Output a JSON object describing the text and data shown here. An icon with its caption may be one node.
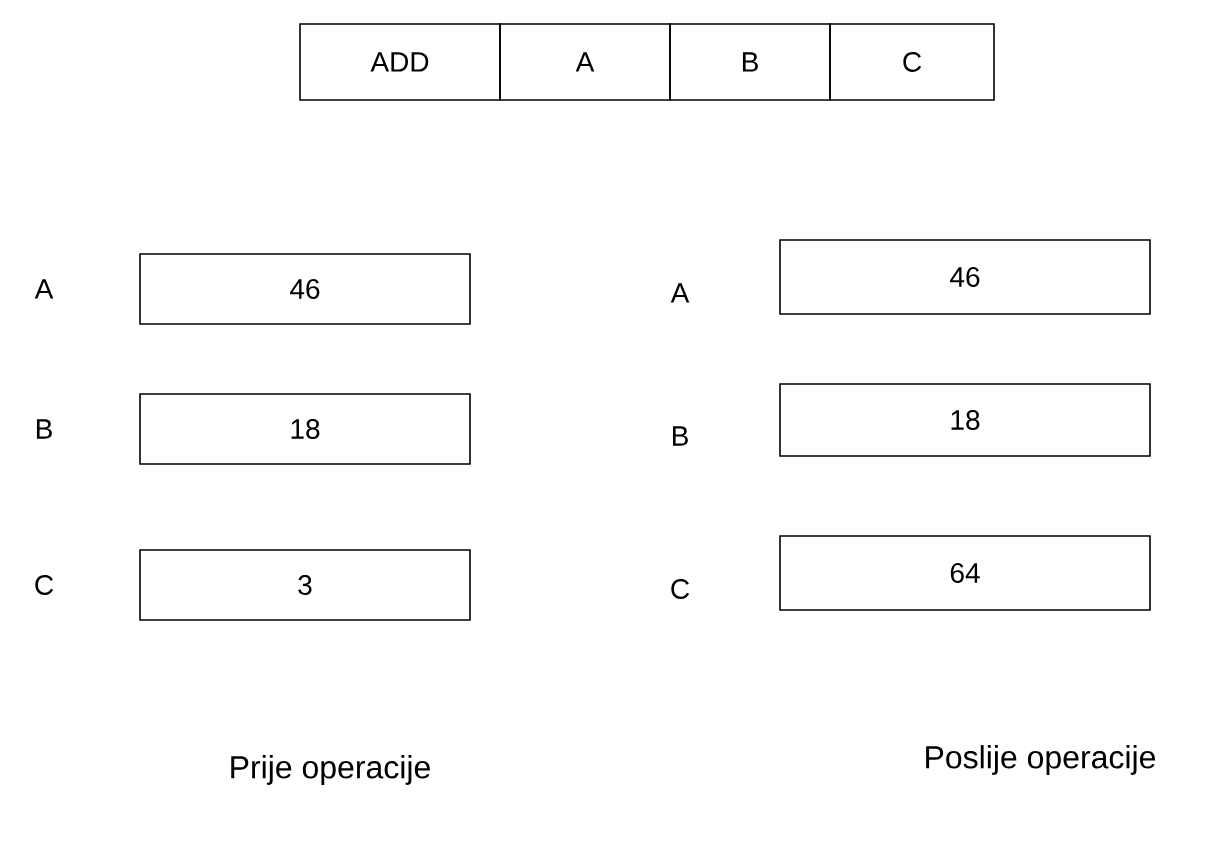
{
  "diagram": {
    "nodes": [
      {
        "text": [
          "ADD"
        ]
      },
      {
        "text": [
          "A"
        ]
      },
      {
        "text": [
          "B"
        ]
      },
      {
        "text": [
          "C"
        ]
      },
      {
        "text": [
          "46"
        ],
        "beside": [
          "A"
        ]
      },
      {
        "text": [
          "18"
        ],
        "beside": [
          "B"
        ]
      },
      {
        "text": [
          "3"
        ],
        "beside": [
          "C"
        ]
      },
      {
        "text": [
          "46"
        ],
        "beside": [
          "A"
        ]
      },
      {
        "text": [
          "18"
        ],
        "beside": [
          "B"
        ]
      },
      {
        "text": [
          "64"
        ],
        "beside": [
          "C"
        ]
      }
    ],
    "labels": [
      "Prije operacije",
      "Poslije operacije"
    ]
  }
}
